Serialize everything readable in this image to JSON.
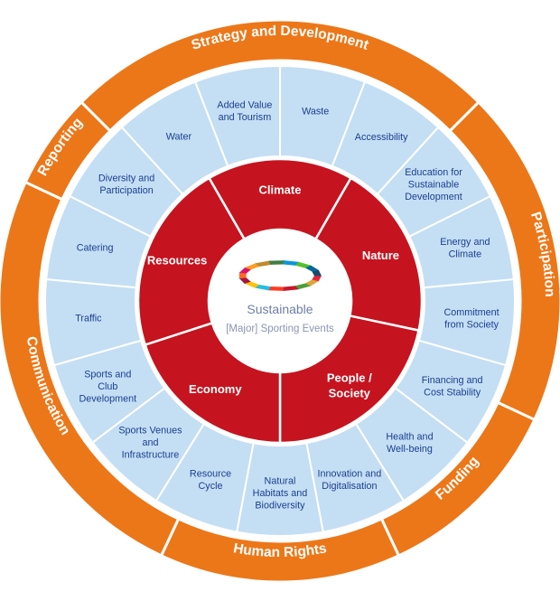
{
  "colors": {
    "outer_ring": "#ec7719",
    "middle_ring": "#c4def4",
    "inner_ring": "#c5141f",
    "center": "#ffffff",
    "mid_text": "#1c3f8f",
    "center_text": "#6f7fa3"
  },
  "center": {
    "icon": "colorful-stadium-ring-icon",
    "line1": "Sustainable",
    "line2": "[Major] Sporting Events"
  },
  "outer_ring": [
    {
      "label": "Strategy and Development",
      "start": -45,
      "end": 45
    },
    {
      "label": "Participation",
      "start": 45,
      "end": 115
    },
    {
      "label": "Funding",
      "start": 115,
      "end": 155
    },
    {
      "label": "Human Rights",
      "start": 155,
      "end": 205
    },
    {
      "label": "Communication",
      "start": 205,
      "end": 295
    },
    {
      "label": "Reporting",
      "start": 295,
      "end": 315
    }
  ],
  "middle_ring": [
    {
      "lines": [
        "Waste"
      ]
    },
    {
      "lines": [
        "Accessibility"
      ]
    },
    {
      "lines": [
        "Education for",
        "Sustainable",
        "Development"
      ]
    },
    {
      "lines": [
        "Energy and",
        "Climate"
      ]
    },
    {
      "lines": [
        "Commitment",
        "from Society"
      ]
    },
    {
      "lines": [
        "Financing and",
        "Cost Stability"
      ]
    },
    {
      "lines": [
        "Health and",
        "Well-being"
      ]
    },
    {
      "lines": [
        "Innovation and",
        "Digitalisation"
      ]
    },
    {
      "lines": [
        "Natural",
        "Habitats and",
        "Biodiversity"
      ]
    },
    {
      "lines": [
        "Resource",
        "Cycle"
      ]
    },
    {
      "lines": [
        "Sports Venues",
        "and",
        "Infrastructure"
      ]
    },
    {
      "lines": [
        "Sports and",
        "Club",
        "Development"
      ]
    },
    {
      "lines": [
        "Traffic"
      ]
    },
    {
      "lines": [
        "Catering"
      ]
    },
    {
      "lines": [
        "Diversity and",
        "Participation"
      ]
    },
    {
      "lines": [
        "Water"
      ]
    },
    {
      "lines": [
        "Added Value",
        "and Tourism"
      ]
    }
  ],
  "inner_ring": [
    {
      "lines": [
        "Climate"
      ],
      "start": -30,
      "end": 30
    },
    {
      "lines": [
        "Nature"
      ],
      "start": 30,
      "end": 102
    },
    {
      "lines": [
        "People /",
        "Society"
      ],
      "start": 102,
      "end": 180
    },
    {
      "lines": [
        "Economy"
      ],
      "start": 180,
      "end": 252
    },
    {
      "lines": [
        "Resources"
      ],
      "start": 252,
      "end": 330
    }
  ]
}
